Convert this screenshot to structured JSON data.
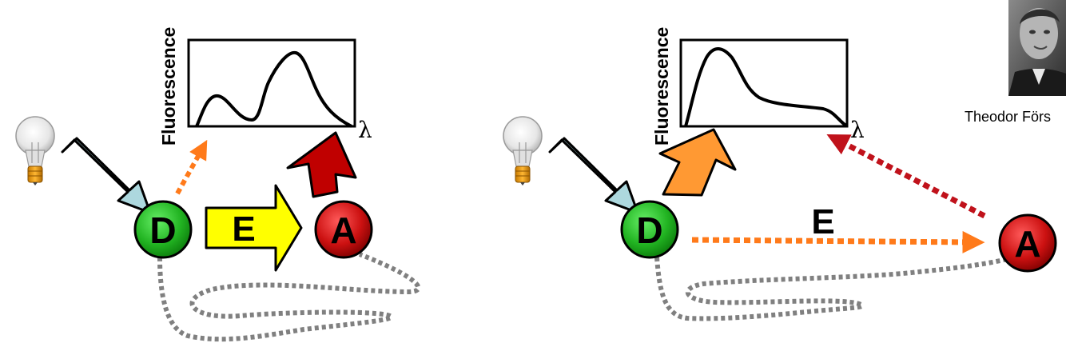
{
  "panels": {
    "left": {
      "donor_label": "D",
      "acceptor_label": "A",
      "transfer_label": "E",
      "y_axis_label": "Fluorescence",
      "x_axis_symbol": "λ"
    },
    "right": {
      "donor_label": "D",
      "acceptor_label": "A",
      "transfer_label": "E",
      "y_axis_label": "Fluorescence",
      "x_axis_symbol": "λ"
    }
  },
  "portrait": {
    "caption": "Theodor Förs"
  },
  "colors": {
    "donor": "#22b422",
    "acceptor": "#cc1111",
    "excitation_arrow": "#add8de",
    "transfer_arrow_left": "#ffff00",
    "donor_emission": "#ff9933",
    "acceptor_emission": "#c00000",
    "dotted_orange": "#ff7a1a",
    "dotted_red": "#c0121b",
    "linker": "#808080"
  },
  "icons": [
    "lightbulb-icon",
    "portrait-photo"
  ]
}
